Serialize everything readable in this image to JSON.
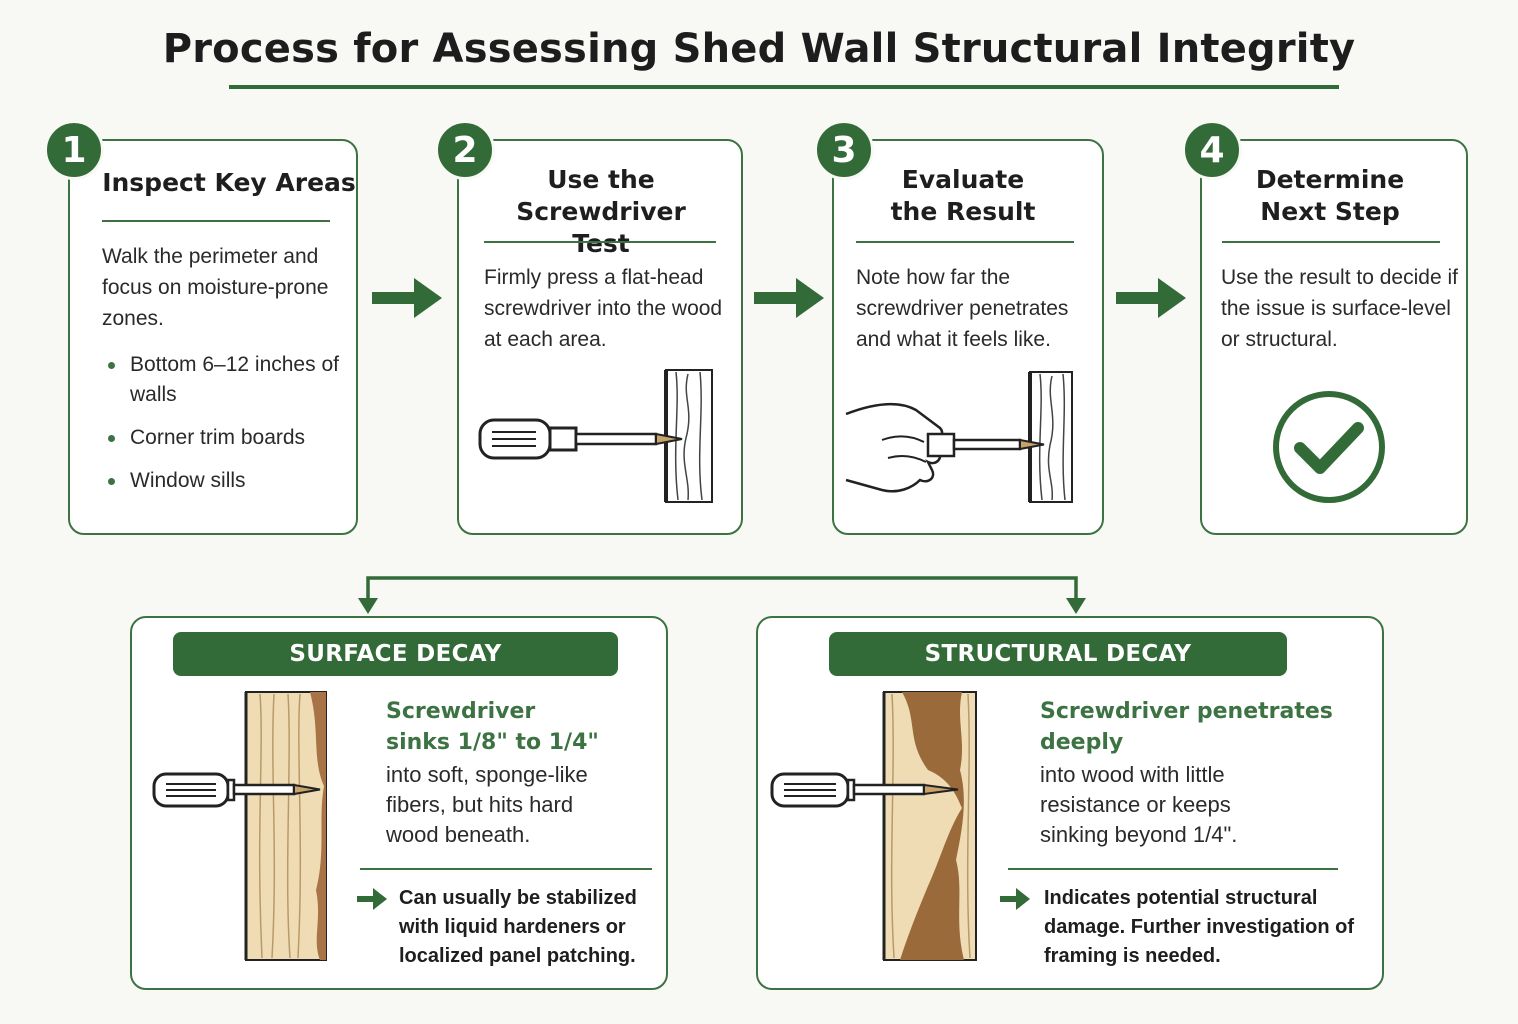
{
  "title": "Process for  Assessing Shed Wall Structural Integrity",
  "colors": {
    "accent": "#336b38",
    "wood_light": "#efdcb4",
    "wood_decay": "#9a6a3a"
  },
  "steps": [
    {
      "number": "1",
      "title": "Inspect Key Areas",
      "body": "Walk the perimeter and focus on moisture-prone zones.",
      "bullets": [
        "Bottom 6–12 inches of walls",
        "Corner trim boards",
        "Window sills"
      ]
    },
    {
      "number": "2",
      "title": "Use the Screwdriver Test",
      "body": "Firmly press a flat-head screwdriver into the wood at each area.",
      "icon": "screwdriver-into-wood-icon"
    },
    {
      "number": "3",
      "title": "Evaluate the Result",
      "body": "Note how far the screwdriver penetrates and what it feels like.",
      "icon": "hand-holding-screwdriver-icon"
    },
    {
      "number": "4",
      "title": "Determine Next Step",
      "body": "Use the result to decide if the issue is surface-level or structural.",
      "icon": "checkmark-circle-icon"
    }
  ],
  "outcomes": [
    {
      "banner": "SURFACE DECAY",
      "headline": "Screwdriver sinks 1/8\" to 1/4\"",
      "detail": "into soft, sponge-like fibers, but hits hard wood beneath.",
      "note": "Can usually be stabilized with liquid hardeners or localized panel patching."
    },
    {
      "banner": "STRUCTURAL DECAY",
      "headline": "Screwdriver penetrates deeply",
      "detail": "into wood with little resistance or keeps sinking beyond 1/4\".",
      "note": "Indicates potential structural damage. Further investigation of framing is needed."
    }
  ]
}
